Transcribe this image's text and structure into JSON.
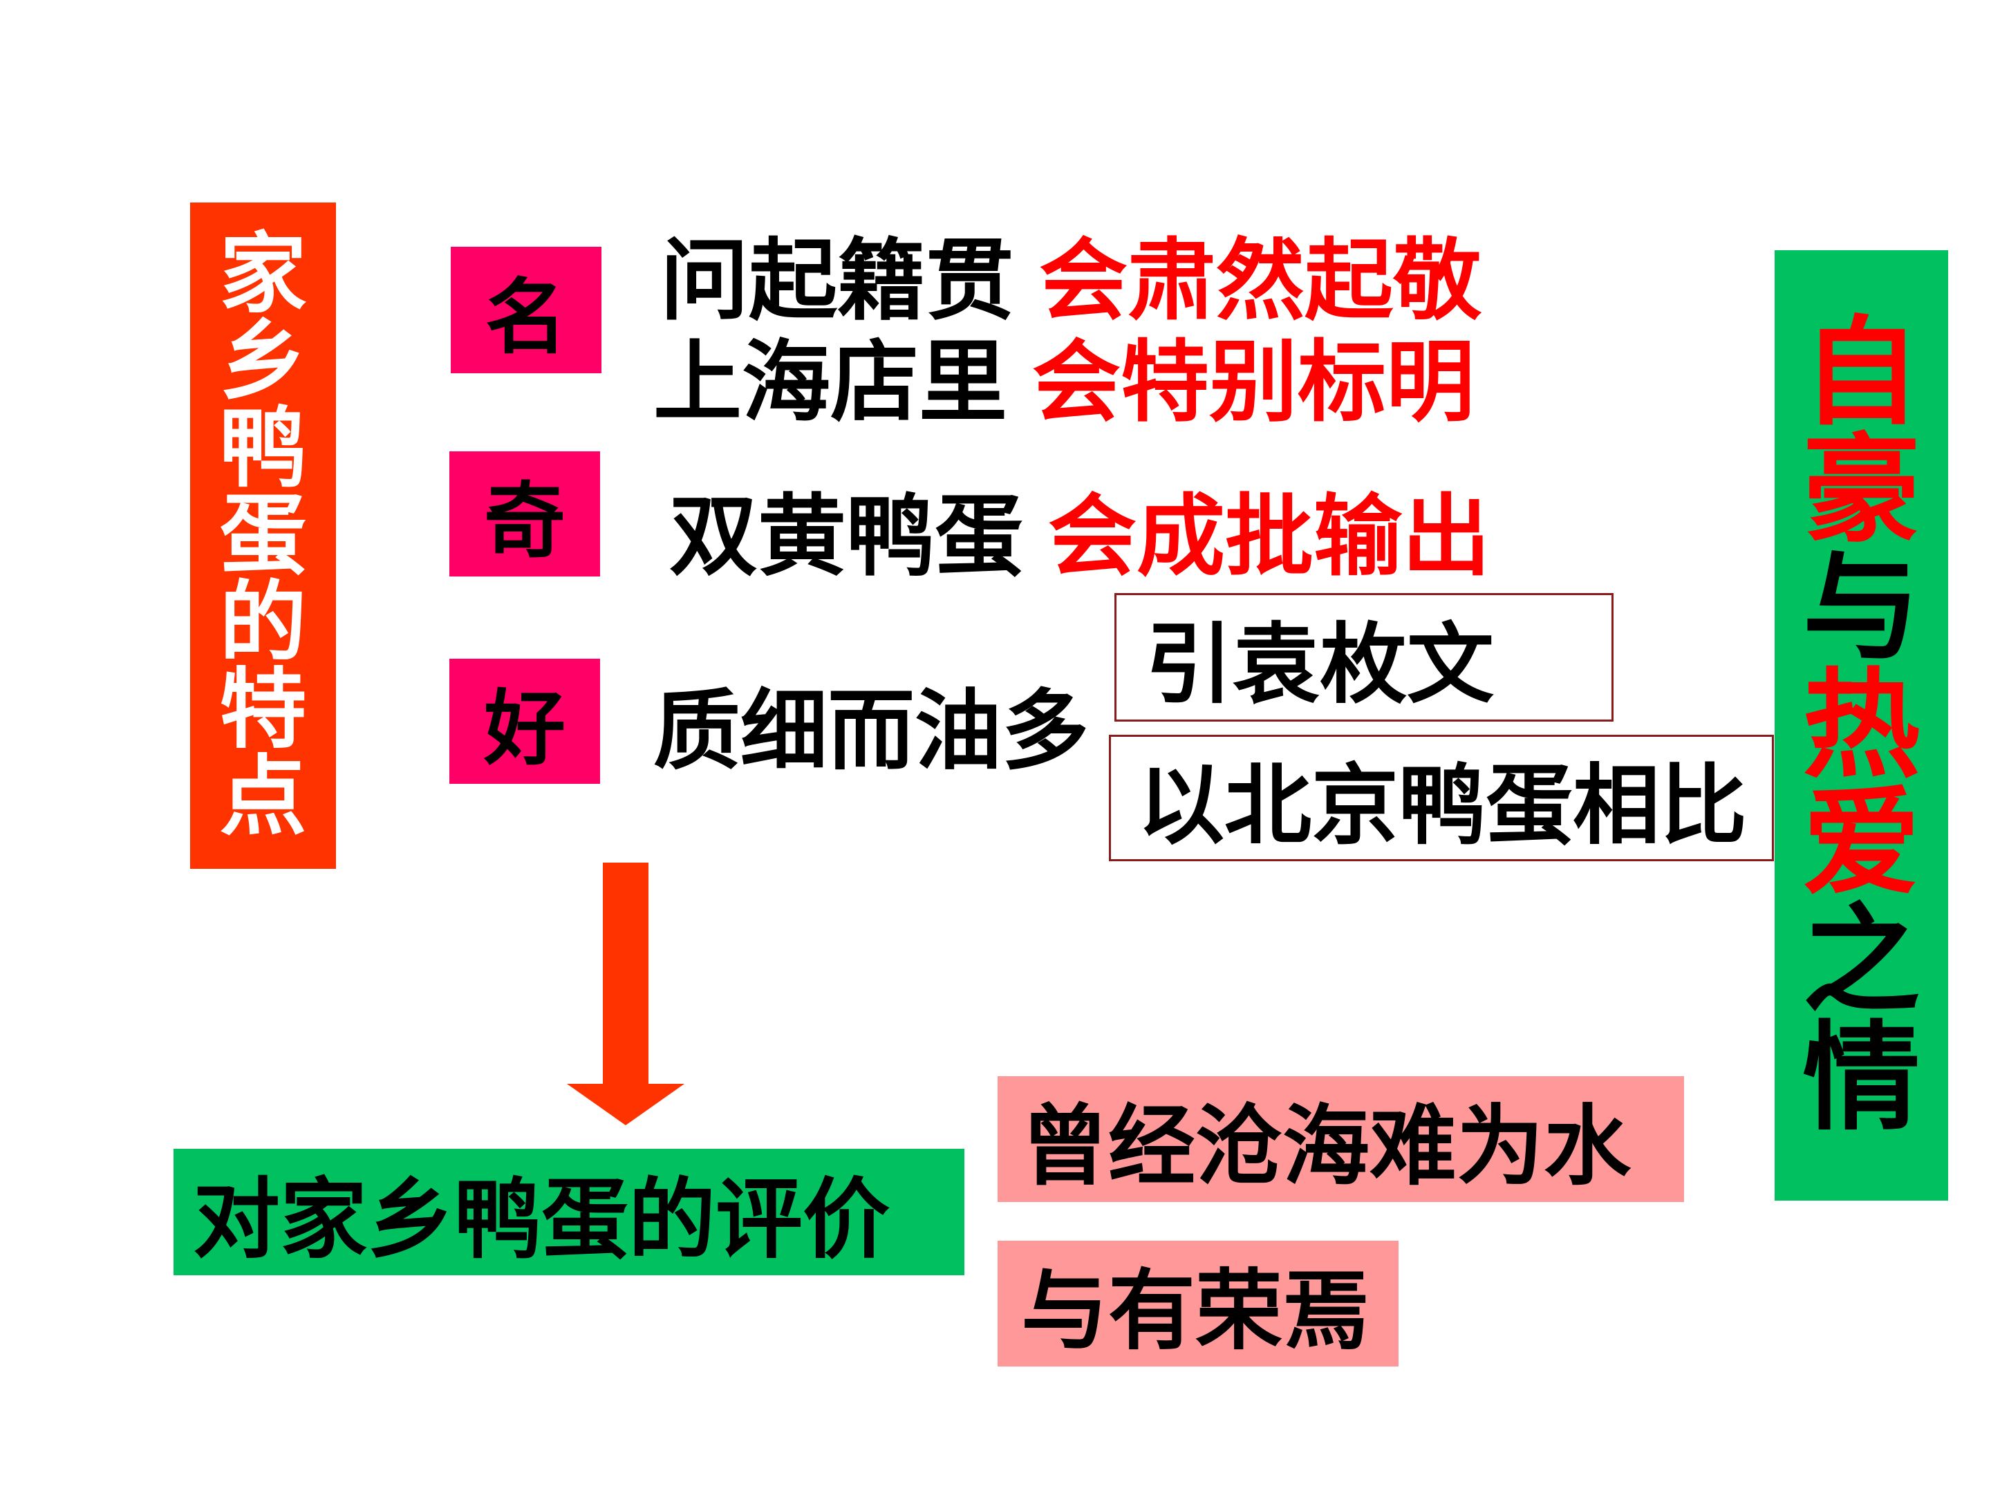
{
  "left_title": {
    "chars": [
      "家",
      "乡",
      "鸭",
      "蛋",
      "的",
      "特",
      "点"
    ],
    "color": "#ff3300"
  },
  "right_title": {
    "chars": [
      {
        "c": "自",
        "color": "#ff0000"
      },
      {
        "c": "豪",
        "color": "#ff0000"
      },
      {
        "c": "与",
        "color": "#000000"
      },
      {
        "c": "热",
        "color": "#ff0000"
      },
      {
        "c": "爱",
        "color": "#ff0000"
      },
      {
        "c": "之",
        "color": "#000000"
      },
      {
        "c": "情",
        "color": "#000000"
      }
    ],
    "bg": "#00c060"
  },
  "tags": {
    "ming": "名",
    "qi": "奇",
    "hao": "好",
    "bg": "#ff0066"
  },
  "ming": {
    "line1_black": "问起籍贯",
    "line1_red": "会肃然起敬",
    "line2_black": "上海店里",
    "line2_red": "会特别标明"
  },
  "qi": {
    "black": "双黄鸭蛋",
    "red": "会成批输出"
  },
  "hao": {
    "text": "质细而油多",
    "box1": "引袁枚文",
    "box2": "以北京鸭蛋相比"
  },
  "evaluation": {
    "label": "对家乡鸭蛋的评价",
    "bg": "#00c060"
  },
  "quotes": {
    "line1": "曾经沧海难为水",
    "line2": "与有荣焉",
    "bg": "#ff9999"
  },
  "arrow": {
    "color": "#ff3300",
    "direction": "down"
  }
}
